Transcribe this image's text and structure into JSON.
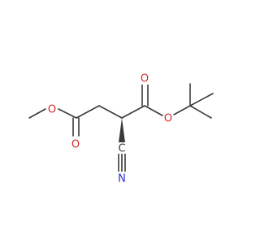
{
  "molecule": {
    "atoms": {
      "o_ester_methyl": {
        "symbol": "O",
        "color": "#d42a2a"
      },
      "o_carbonyl_left": {
        "symbol": "O",
        "color": "#d42a2a"
      },
      "o_carbonyl_right": {
        "symbol": "O",
        "color": "#d42a2a"
      },
      "o_ester_tbutyl": {
        "symbol": "O",
        "color": "#d42a2a"
      },
      "n_nitrile": {
        "symbol": "N",
        "color": "#2a2ad4"
      },
      "c_nitrile": {
        "symbol": "C",
        "color": "#3a3a3a"
      }
    },
    "stereo": "wedge"
  }
}
